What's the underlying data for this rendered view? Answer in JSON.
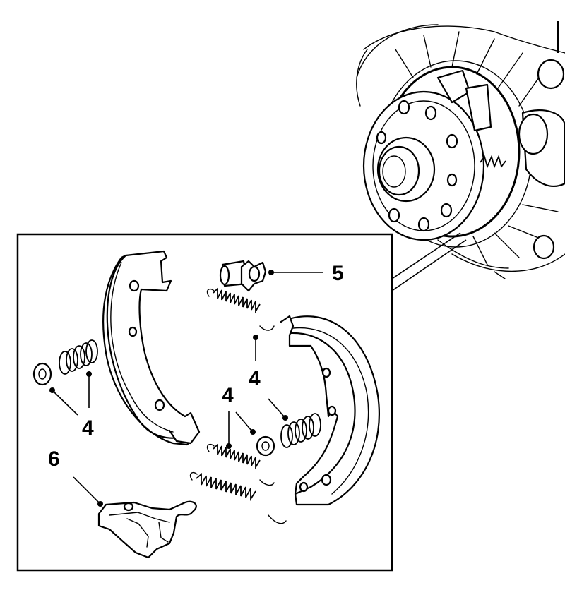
{
  "callouts": {
    "c5": "5",
    "c4_top": "4",
    "c4_mid": "4",
    "c4_left": "4",
    "c6": "6"
  },
  "colors": {
    "line": "#000000",
    "background": "#ffffff"
  }
}
